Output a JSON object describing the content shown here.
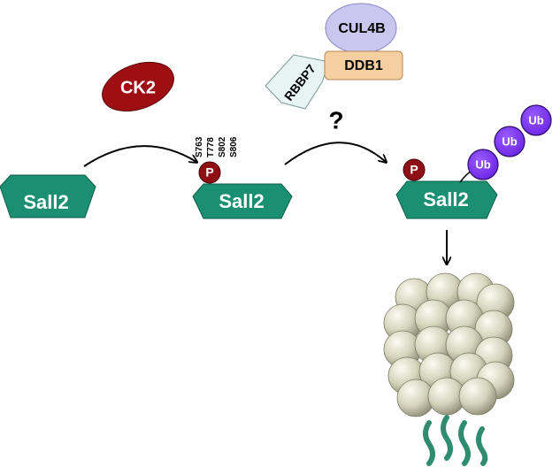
{
  "nodes": {
    "sall2_left": "Sall2",
    "sall2_mid": "Sall2",
    "sall2_right": "Sall2",
    "ck2": "CK2",
    "cul4b": "CUL4B",
    "ddb1": "DDB1",
    "rbbp7": "RBBP7",
    "phospho_mid": "P",
    "phospho_right": "P",
    "question": "?"
  },
  "phospho_sites": [
    "S763",
    "T778",
    "S802",
    "S806"
  ],
  "ubiquitin": [
    "Ub",
    "Ub",
    "Ub"
  ],
  "colors": {
    "sall2": "#1a8f72",
    "ck2": "#9e0f14",
    "phospho": "#8e1014",
    "cul4b": "#c9c7ef",
    "ddb1": "#f5cfa0",
    "rbbp7": "#e7f4f3",
    "ubiquitin": "#7b32f2",
    "proteasome": "#d9d7c0",
    "peptide": "#2f8c6f"
  }
}
